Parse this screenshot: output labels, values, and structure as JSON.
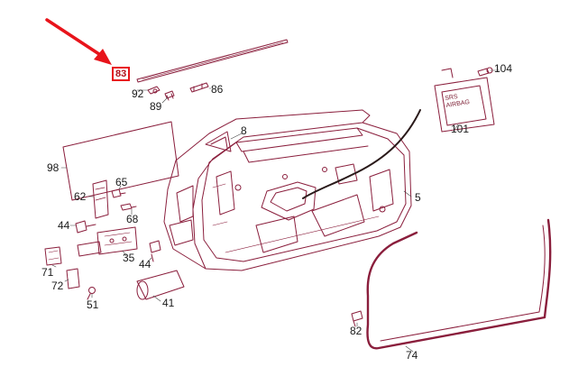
{
  "callouts": {
    "c83": "83",
    "c92": "92",
    "c89": "89",
    "c86": "86",
    "c104": "104",
    "c101": "101",
    "c8": "8",
    "c98": "98",
    "c65": "65",
    "c62": "62",
    "c68": "68",
    "c44a": "44",
    "c35": "35",
    "c44b": "44",
    "c71": "71",
    "c72": "72",
    "c51": "51",
    "c41": "41",
    "c5": "5",
    "c82": "82",
    "c74": "74"
  },
  "airbag_cover": {
    "line1": "SRS",
    "line2": "AIRBAG"
  },
  "colors": {
    "line_art": "#8a1e3c",
    "highlight": "#e8141b",
    "arrow": "#e8141b",
    "label_text": "#1a1a1a"
  }
}
